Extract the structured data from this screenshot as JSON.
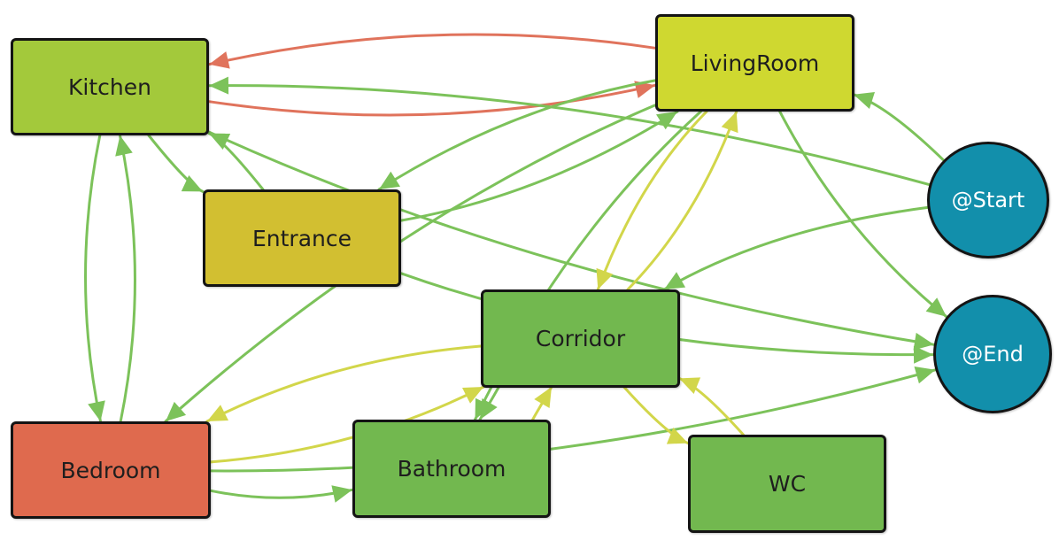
{
  "colors": {
    "green_edge": "#7cc25a",
    "yellow_edge": "#d2d64a",
    "red_edge": "#e0735c",
    "outline": "#141414"
  },
  "nodes": [
    {
      "id": "kitchen",
      "label": "Kitchen",
      "shape": "box",
      "fill": "#a3c93b"
    },
    {
      "id": "living",
      "label": "LivingRoom",
      "shape": "box",
      "fill": "#cfd830"
    },
    {
      "id": "entrance",
      "label": "Entrance",
      "shape": "box",
      "fill": "#d2bf31"
    },
    {
      "id": "corridor",
      "label": "Corridor",
      "shape": "box",
      "fill": "#72b84f"
    },
    {
      "id": "bedroom",
      "label": "Bedroom",
      "shape": "box",
      "fill": "#df6a4e"
    },
    {
      "id": "bathroom",
      "label": "Bathroom",
      "shape": "box",
      "fill": "#72b84f"
    },
    {
      "id": "wc",
      "label": "WC",
      "shape": "box",
      "fill": "#72b84f"
    },
    {
      "id": "start",
      "label": "@Start",
      "shape": "circle",
      "fill": "#128fab"
    },
    {
      "id": "end",
      "label": "@End",
      "shape": "circle",
      "fill": "#128fab"
    }
  ],
  "edges": [
    {
      "from": "living",
      "to": "kitchen",
      "color": "red"
    },
    {
      "from": "kitchen",
      "to": "living",
      "color": "red"
    },
    {
      "from": "start",
      "to": "kitchen",
      "color": "green"
    },
    {
      "from": "start",
      "to": "living",
      "color": "green"
    },
    {
      "from": "start",
      "to": "corridor",
      "color": "green"
    },
    {
      "from": "kitchen",
      "to": "end",
      "color": "green"
    },
    {
      "from": "living",
      "to": "end",
      "color": "green"
    },
    {
      "from": "kitchen",
      "to": "entrance",
      "color": "green"
    },
    {
      "from": "entrance",
      "to": "kitchen",
      "color": "green"
    },
    {
      "from": "living",
      "to": "entrance",
      "color": "green"
    },
    {
      "from": "entrance",
      "to": "living",
      "color": "green"
    },
    {
      "from": "entrance",
      "to": "end",
      "color": "green"
    },
    {
      "from": "kitchen",
      "to": "bedroom",
      "color": "green"
    },
    {
      "from": "bedroom",
      "to": "kitchen",
      "color": "green"
    },
    {
      "from": "living",
      "to": "bedroom",
      "color": "green"
    },
    {
      "from": "living",
      "to": "corridor",
      "color": "yellow"
    },
    {
      "from": "corridor",
      "to": "living",
      "color": "yellow"
    },
    {
      "from": "living",
      "to": "bathroom",
      "color": "green"
    },
    {
      "from": "corridor",
      "to": "bedroom",
      "color": "yellow"
    },
    {
      "from": "bedroom",
      "to": "corridor",
      "color": "yellow"
    },
    {
      "from": "bedroom",
      "to": "bathroom",
      "color": "green"
    },
    {
      "from": "bedroom",
      "to": "end",
      "color": "green"
    },
    {
      "from": "bathroom",
      "to": "corridor",
      "color": "yellow"
    },
    {
      "from": "corridor",
      "to": "bathroom",
      "color": "green"
    },
    {
      "from": "corridor",
      "to": "wc",
      "color": "yellow"
    },
    {
      "from": "wc",
      "to": "corridor",
      "color": "yellow"
    }
  ]
}
